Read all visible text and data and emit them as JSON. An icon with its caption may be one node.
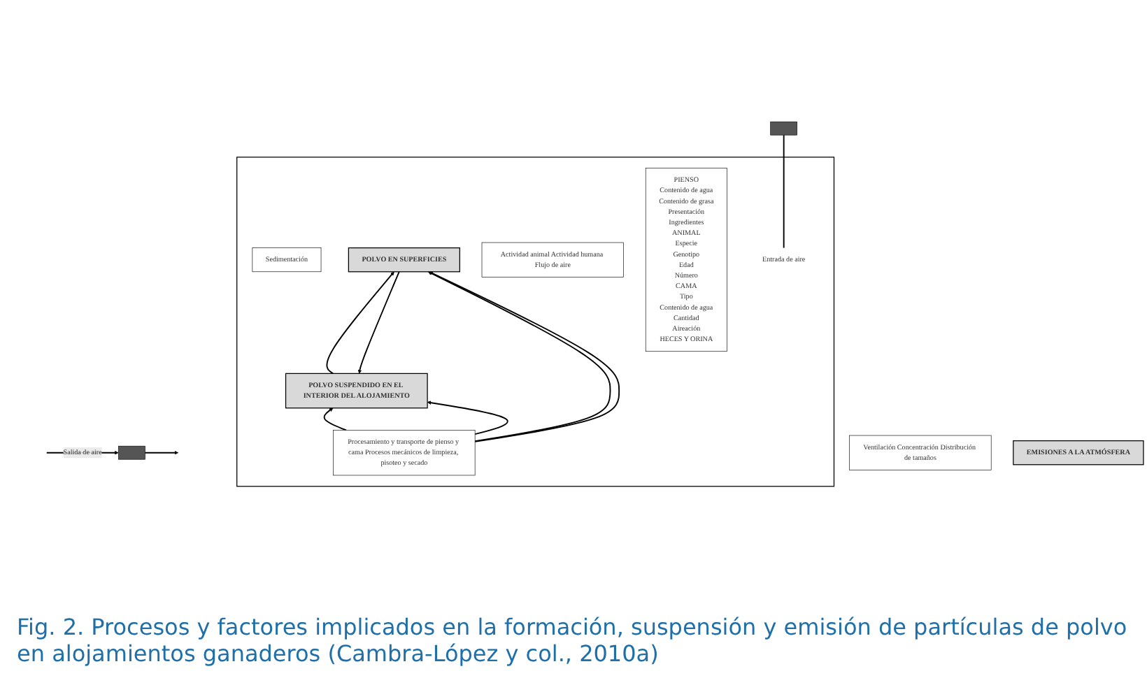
{
  "diagram": {
    "caption": "Fig. 2. Procesos y factores implicados en la formación, suspensión y emisión de partículas de polvo en alojamientos ganaderos (Cambra-López y col., 2010a)",
    "nodes": [
      {
        "text": [],
        "shape": "house"
      },
      {
        "text": [
          "Sedimentación"
        ],
        "in": 0
      },
      {
        "text": [
          "POLVO SUSPENDIDO EN EL INTERIOR DEL ALOJAMIENTO"
        ],
        "in": 0
      },
      {
        "text": [
          "POLVO EN SUPERFICIES"
        ],
        "in": 0
      },
      {
        "text": [
          "Actividad animal Actividad humana Flujo de aire"
        ],
        "in": 0
      },
      {
        "text": [
          "Procesamiento y transporte de pienso y cama Procesos mecánicos de limpieza, pisoteo y secado"
        ],
        "in": 0
      },
      {
        "text": [
          "PIENSO",
          "Contenido de agua",
          "Contenido de grasa",
          "Presentación",
          "Ingredientes",
          "ANIMAL",
          "Especie",
          "Genotipo",
          "Edad",
          "Número",
          "CAMA",
          "Tipo",
          "Contenido de agua",
          "Cantidad",
          "Aireación",
          "HECES Y ORINA"
        ],
        "in": 0
      },
      {
        "text": [
          "Entrada de aire"
        ],
        "in": 0
      },
      {
        "text": [],
        "shape": "bar"
      },
      {
        "text": [],
        "shape": "bar"
      },
      {
        "text": [
          "Ventilación Concentración Distribución de tamaños"
        ]
      },
      {
        "text": [
          "EMISIONES A LA ATMÓSFERA"
        ]
      }
    ],
    "edges": [
      {
        "from": 2,
        "to": 3,
        "arrow": "to"
      },
      {
        "from": 3,
        "to": 2,
        "arrow": "to"
      },
      {
        "from": 5,
        "to": 2,
        "arrow": "to"
      },
      {
        "from": 5,
        "to": 2,
        "arrow": "to"
      },
      {
        "from": 5,
        "to": 3,
        "arrow": "to"
      },
      {
        "from": 5,
        "to": 3,
        "arrow": "to"
      },
      {
        "from": 7,
        "to": 8,
        "arrow": "none"
      },
      {
        "from": null,
        "to": 9,
        "arrow": "to",
        "label": "Salida de aire"
      },
      {
        "from": 9,
        "to": null,
        "arrow": "to"
      }
    ]
  }
}
